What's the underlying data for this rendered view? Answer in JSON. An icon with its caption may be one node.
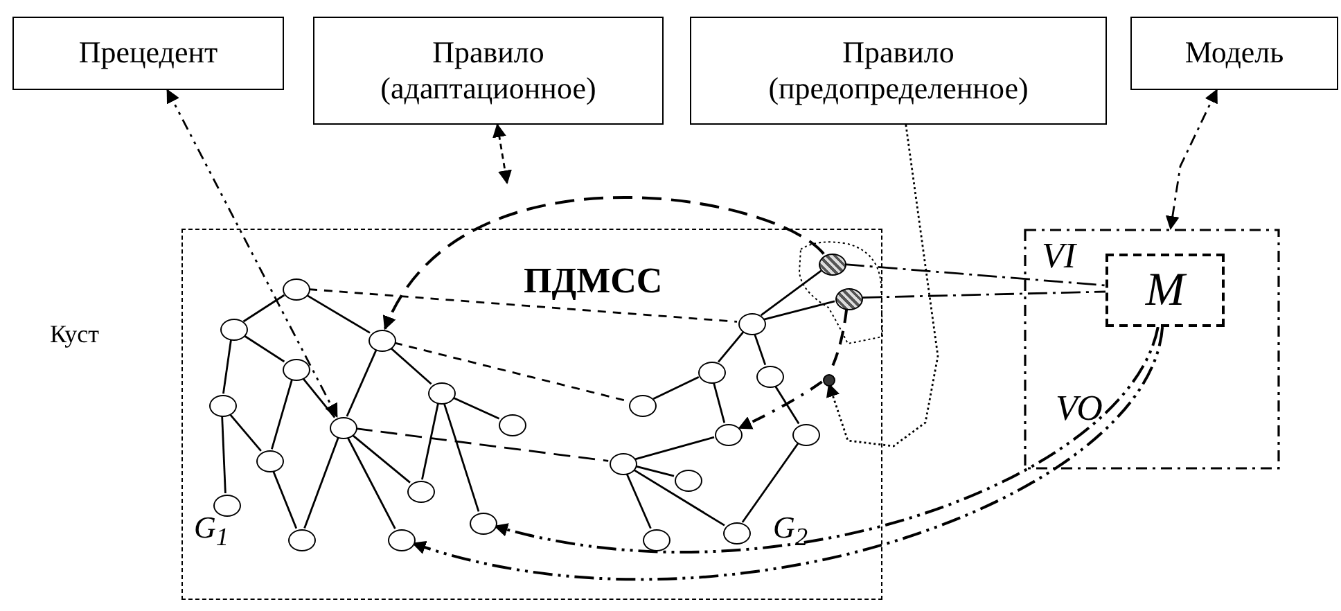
{
  "diagram": {
    "nodes": [
      {
        "text": [
          "Прецедент"
        ]
      },
      {
        "text": [
          "Правило (адаптационное)"
        ]
      },
      {
        "text": [
          "Правило (предопределенное)"
        ]
      },
      {
        "text": [
          "Модель"
        ]
      },
      {
        "text": [
          "ПДМСС"
        ],
        "beside": [
          "Куст"
        ]
      },
      {
        "text": [],
        "shape": "box"
      },
      {
        "text": [
          "M"
        ],
        "in": 5
      },
      {
        "text": [],
        "shape": "circle",
        "in": 4
      },
      {
        "text": [],
        "shape": "circle",
        "in": 4
      },
      {
        "text": [],
        "shape": "circle",
        "in": 4
      },
      {
        "text": [],
        "shape": "circle",
        "in": 4
      },
      {
        "text": [],
        "shape": "circle",
        "in": 4
      },
      {
        "text": [],
        "shape": "circle",
        "in": 4
      },
      {
        "text": [],
        "shape": "circle",
        "in": 4
      },
      {
        "text": [],
        "shape": "circle",
        "in": 4
      },
      {
        "text": [],
        "shape": "circle",
        "in": 4
      },
      {
        "text": [],
        "shape": "circle",
        "in": 4
      },
      {
        "text": [],
        "shape": "circle",
        "in": 4
      },
      {
        "text": [],
        "shape": "circle",
        "in": 4
      },
      {
        "text": [],
        "shape": "circle",
        "in": 4
      },
      {
        "text": [],
        "shape": "circle",
        "in": 4
      },
      {
        "text": [],
        "shape": "circle",
        "in": 4
      },
      {
        "text": [],
        "shape": "circle",
        "in": 4
      },
      {
        "text": [],
        "shape": "circle",
        "in": 4
      },
      {
        "text": [],
        "shape": "circle",
        "in": 4
      },
      {
        "text": [],
        "shape": "circle",
        "in": 4
      },
      {
        "text": [],
        "shape": "circle",
        "in": 4
      },
      {
        "text": [],
        "shape": "circle",
        "in": 4
      },
      {
        "text": [],
        "shape": "circle",
        "in": 4
      },
      {
        "text": [],
        "shape": "circle",
        "in": 4
      },
      {
        "text": [],
        "shape": "circle",
        "in": 4
      },
      {
        "text": [],
        "shape": "circle",
        "in": 4
      },
      {
        "text": [],
        "shape": "circle",
        "in": 4
      },
      {
        "text": [],
        "shape": "circle",
        "in": 4
      }
    ],
    "edges": [
      {
        "from": 7,
        "to": 8,
        "arrow": "none"
      },
      {
        "from": 7,
        "to": 9,
        "arrow": "none"
      },
      {
        "from": 8,
        "to": 10,
        "arrow": "none"
      },
      {
        "from": 8,
        "to": 11,
        "arrow": "none"
      },
      {
        "from": 10,
        "to": 15,
        "arrow": "none"
      },
      {
        "from": 10,
        "to": 14,
        "arrow": "none"
      },
      {
        "from": 11,
        "to": 15,
        "arrow": "none"
      },
      {
        "from": 11,
        "to": 17,
        "arrow": "none"
      },
      {
        "from": 15,
        "to": 19,
        "arrow": "none"
      },
      {
        "from": 9,
        "to": 14,
        "arrow": "none"
      },
      {
        "from": 14,
        "to": 19,
        "arrow": "none"
      },
      {
        "from": 9,
        "to": 12,
        "arrow": "none"
      },
      {
        "from": 12,
        "to": 13,
        "arrow": "none"
      },
      {
        "from": 12,
        "to": 16,
        "arrow": "none"
      },
      {
        "from": 12,
        "to": 18,
        "arrow": "none"
      },
      {
        "from": 14,
        "to": 16,
        "arrow": "none"
      },
      {
        "from": 14,
        "to": 20,
        "arrow": "none"
      },
      {
        "from": 22,
        "to": 31,
        "arrow": "none"
      },
      {
        "from": 22,
        "to": 32,
        "arrow": "none"
      },
      {
        "from": 22,
        "to": 23,
        "arrow": "none"
      },
      {
        "from": 22,
        "to": 24,
        "arrow": "none"
      },
      {
        "from": 23,
        "to": 21,
        "arrow": "none"
      },
      {
        "from": 23,
        "to": 25,
        "arrow": "none"
      },
      {
        "from": 24,
        "to": 26,
        "arrow": "none"
      },
      {
        "from": 25,
        "to": 27,
        "arrow": "none"
      },
      {
        "from": 27,
        "to": 28,
        "arrow": "none"
      },
      {
        "from": 27,
        "to": 29,
        "arrow": "none"
      },
      {
        "from": 27,
        "to": 30,
        "arrow": "none"
      },
      {
        "from": 26,
        "to": 30,
        "arrow": "none"
      },
      {
        "from": 7,
        "to": 22,
        "arrow": "none",
        "style": "dashed"
      },
      {
        "from": 9,
        "to": 21,
        "arrow": "none",
        "style": "dashed"
      },
      {
        "from": 14,
        "to": 27,
        "arrow": "none",
        "style": "dashed"
      },
      {
        "from": 31,
        "to": 6,
        "arrow": "none",
        "style": "dashed"
      },
      {
        "from": 32,
        "to": 6,
        "arrow": "none",
        "style": "dashed"
      },
      {
        "from": 0,
        "to": 14,
        "arrow": "both",
        "style": "dashed"
      },
      {
        "from": 3,
        "to": 5,
        "arrow": "both",
        "style": "dashed"
      },
      {
        "from": 1,
        "to": null,
        "arrow": "both",
        "style": "dashed"
      },
      {
        "from": 31,
        "to": 9,
        "arrow": "to",
        "style": "dashed"
      },
      {
        "from": 32,
        "to": 33,
        "arrow": "none",
        "style": "dashed"
      },
      {
        "from": 33,
        "to": 25,
        "arrow": "to",
        "style": "dashed"
      },
      {
        "from": 2,
        "to": 33,
        "arrow": "to",
        "style": "dashed"
      },
      {
        "from": 6,
        "to": 20,
        "arrow": "to",
        "style": "dashed"
      },
      {
        "from": 6,
        "to": 18,
        "arrow": "to",
        "style": "dashed"
      }
    ],
    "labels": [
      "G$_{1}$",
      "G$_{2}$",
      "VI",
      "VO"
    ]
  }
}
